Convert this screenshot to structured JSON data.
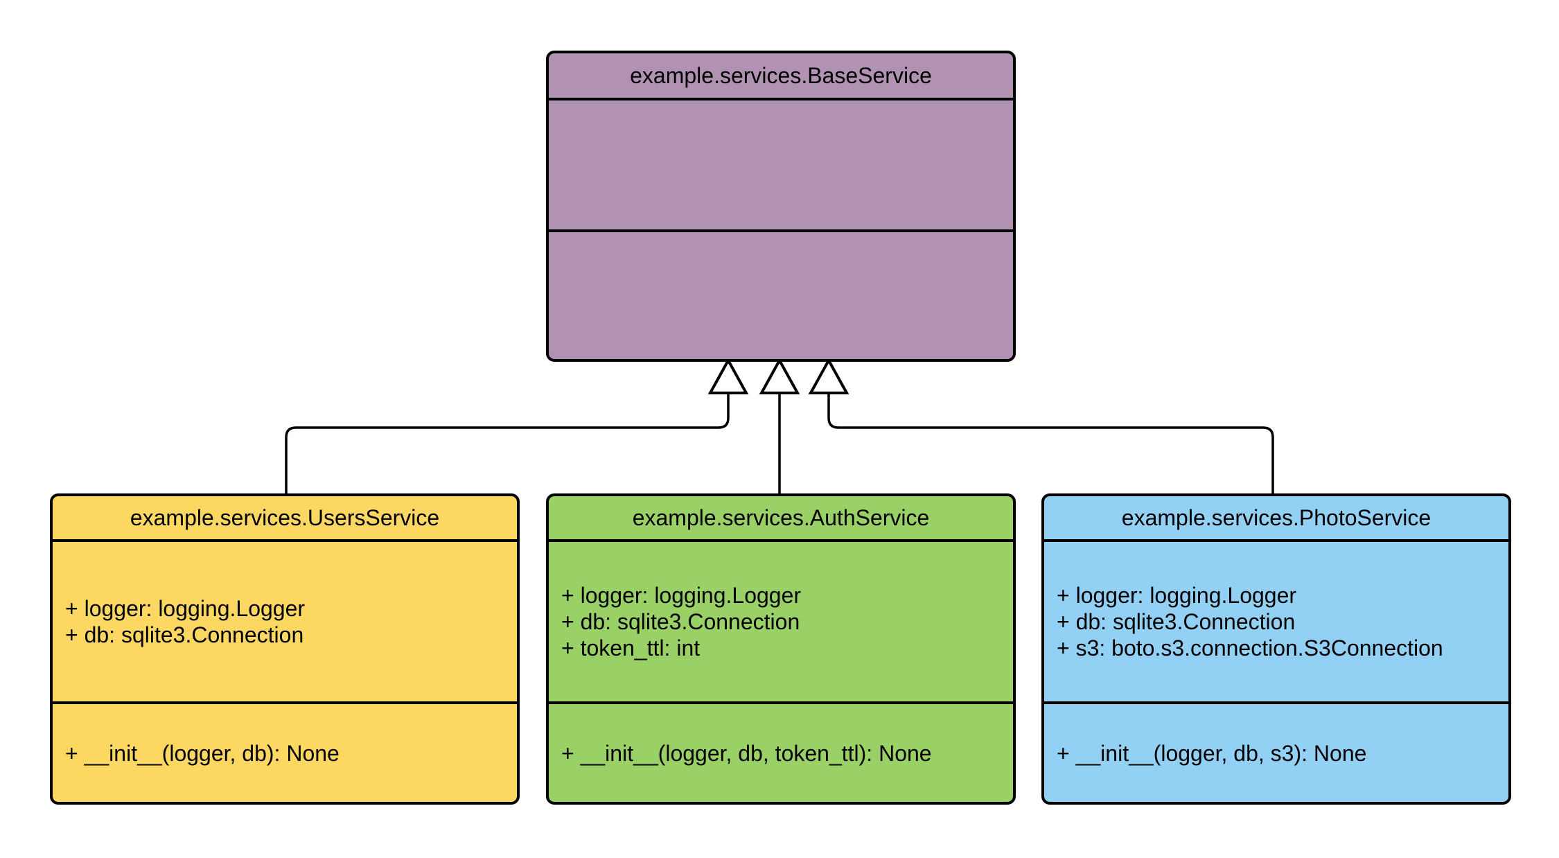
{
  "diagram": {
    "type": "uml-class-diagram",
    "background": "#ffffff",
    "stroke_color": "#000000",
    "classes": [
      {
        "name": "BaseService",
        "title": "example.services.BaseService",
        "fill": "#b192b2",
        "attributes": [],
        "methods": []
      },
      {
        "name": "UsersService",
        "title": "example.services.UsersService",
        "fill": "#fcd862",
        "attributes": [
          "+ logger: logging.Logger",
          "+ db: sqlite3.Connection"
        ],
        "methods": [
          "+ __init__(logger, db): None"
        ]
      },
      {
        "name": "AuthService",
        "title": "example.services.AuthService",
        "fill": "#9ad167",
        "attributes": [
          "+ logger: logging.Logger",
          "+ db: sqlite3.Connection",
          "+ token_ttl: int"
        ],
        "methods": [
          "+ __init__(logger, db, token_ttl): None"
        ]
      },
      {
        "name": "PhotoService",
        "title": "example.services.PhotoService",
        "fill": "#93d1f4",
        "attributes": [
          "+ logger: logging.Logger",
          "+ db: sqlite3.Connection",
          "+ s3: boto.s3.connection.S3Connection"
        ],
        "methods": [
          "+ __init__(logger, db, s3): None"
        ]
      }
    ],
    "relations": [
      {
        "type": "generalization",
        "from": "example.services.UsersService",
        "to": "example.services.BaseService"
      },
      {
        "type": "generalization",
        "from": "example.services.AuthService",
        "to": "example.services.BaseService"
      },
      {
        "type": "generalization",
        "from": "example.services.PhotoService",
        "to": "example.services.BaseService"
      }
    ]
  }
}
